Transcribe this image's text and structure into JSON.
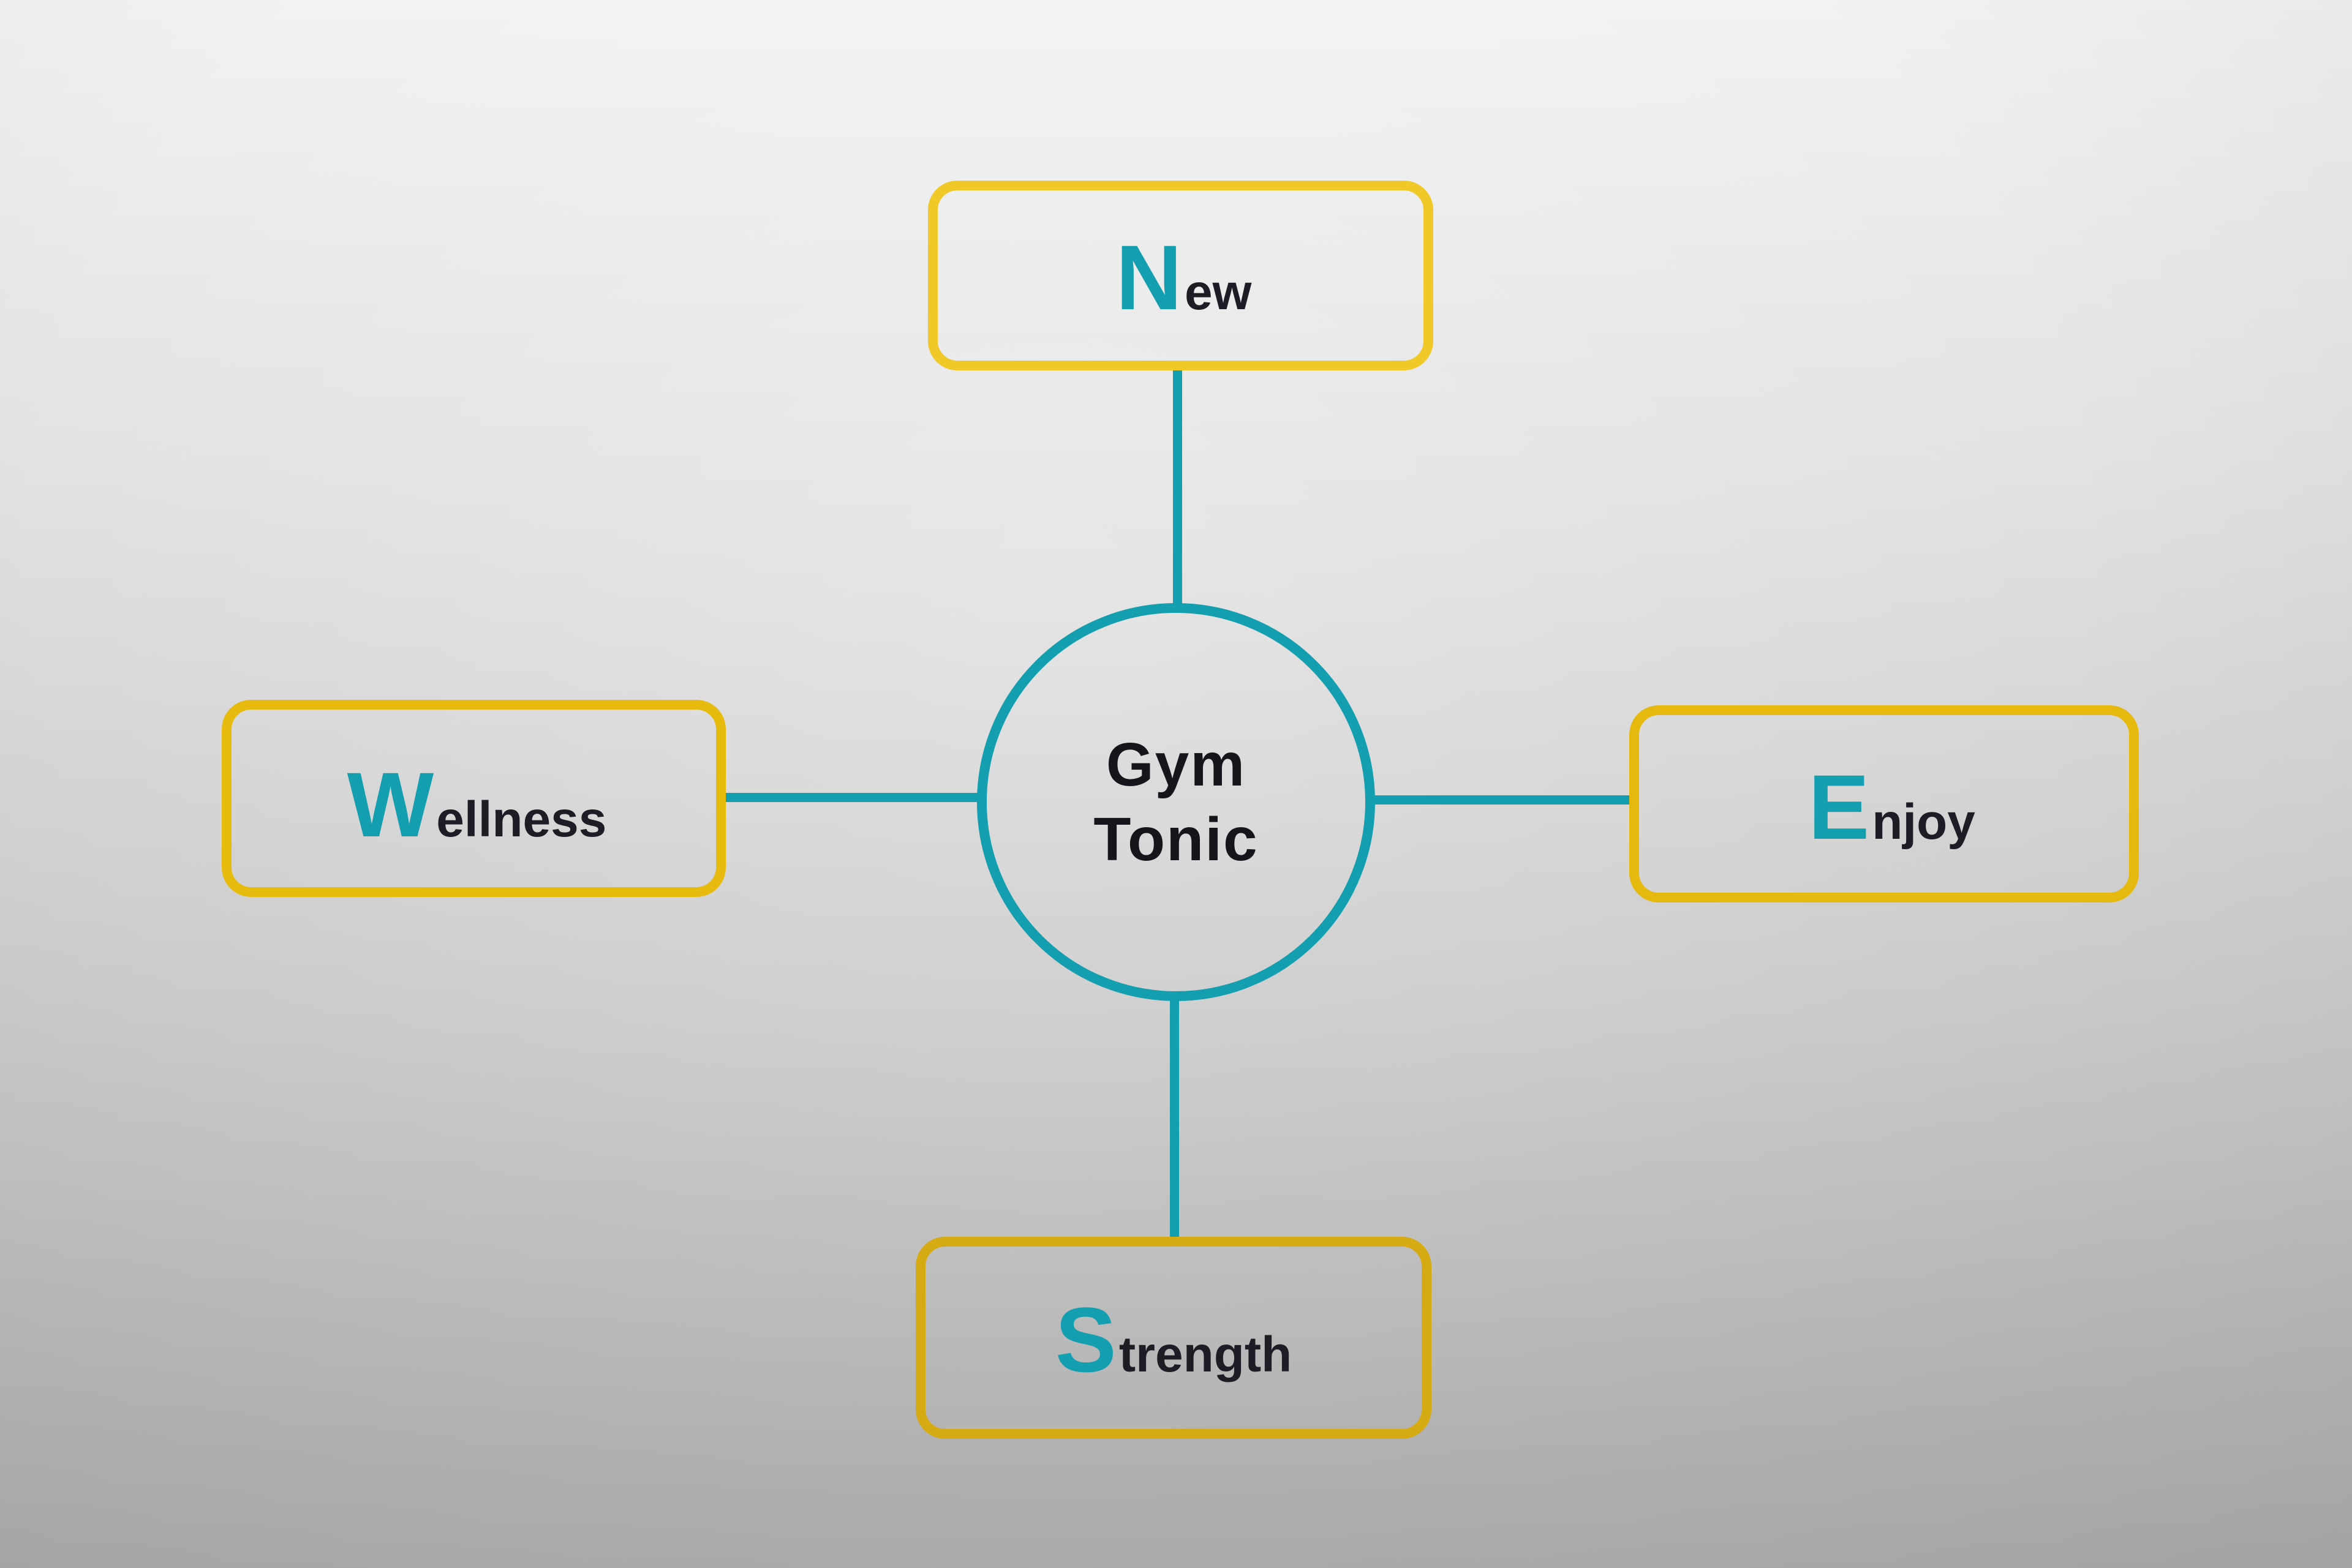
{
  "diagram": {
    "hub": {
      "line1": "Gym",
      "line2": "Tonic"
    },
    "nodes": {
      "top": {
        "initial": "N",
        "rest": "ew"
      },
      "left": {
        "initial": "W",
        "rest": "ellness"
      },
      "right": {
        "initial": "E",
        "rest": "njoy"
      },
      "bottom": {
        "initial": "S",
        "rest": "trength"
      }
    },
    "colors": {
      "accent_teal": "#139fb0",
      "box_yellow": "#e6b80f",
      "text_dark": "#1d1d26",
      "wall_light": "#f2f2f2",
      "wall_dark": "#adadad"
    }
  }
}
